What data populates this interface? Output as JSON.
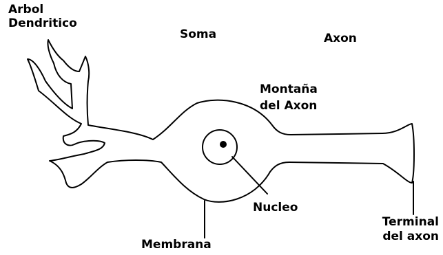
{
  "labels": {
    "arbol_line1": "Arbol",
    "arbol_line2": "Dendritico",
    "soma": "Soma",
    "axon": "Axon",
    "montana_line1": "Montaña",
    "montana_line2": "del Axon",
    "nucleo": "Nucleo",
    "membrana": "Membrana",
    "terminal_line1": "Terminal",
    "terminal_line2": "del axon"
  },
  "colors": {
    "stroke": "#000000",
    "background": "#ffffff"
  }
}
